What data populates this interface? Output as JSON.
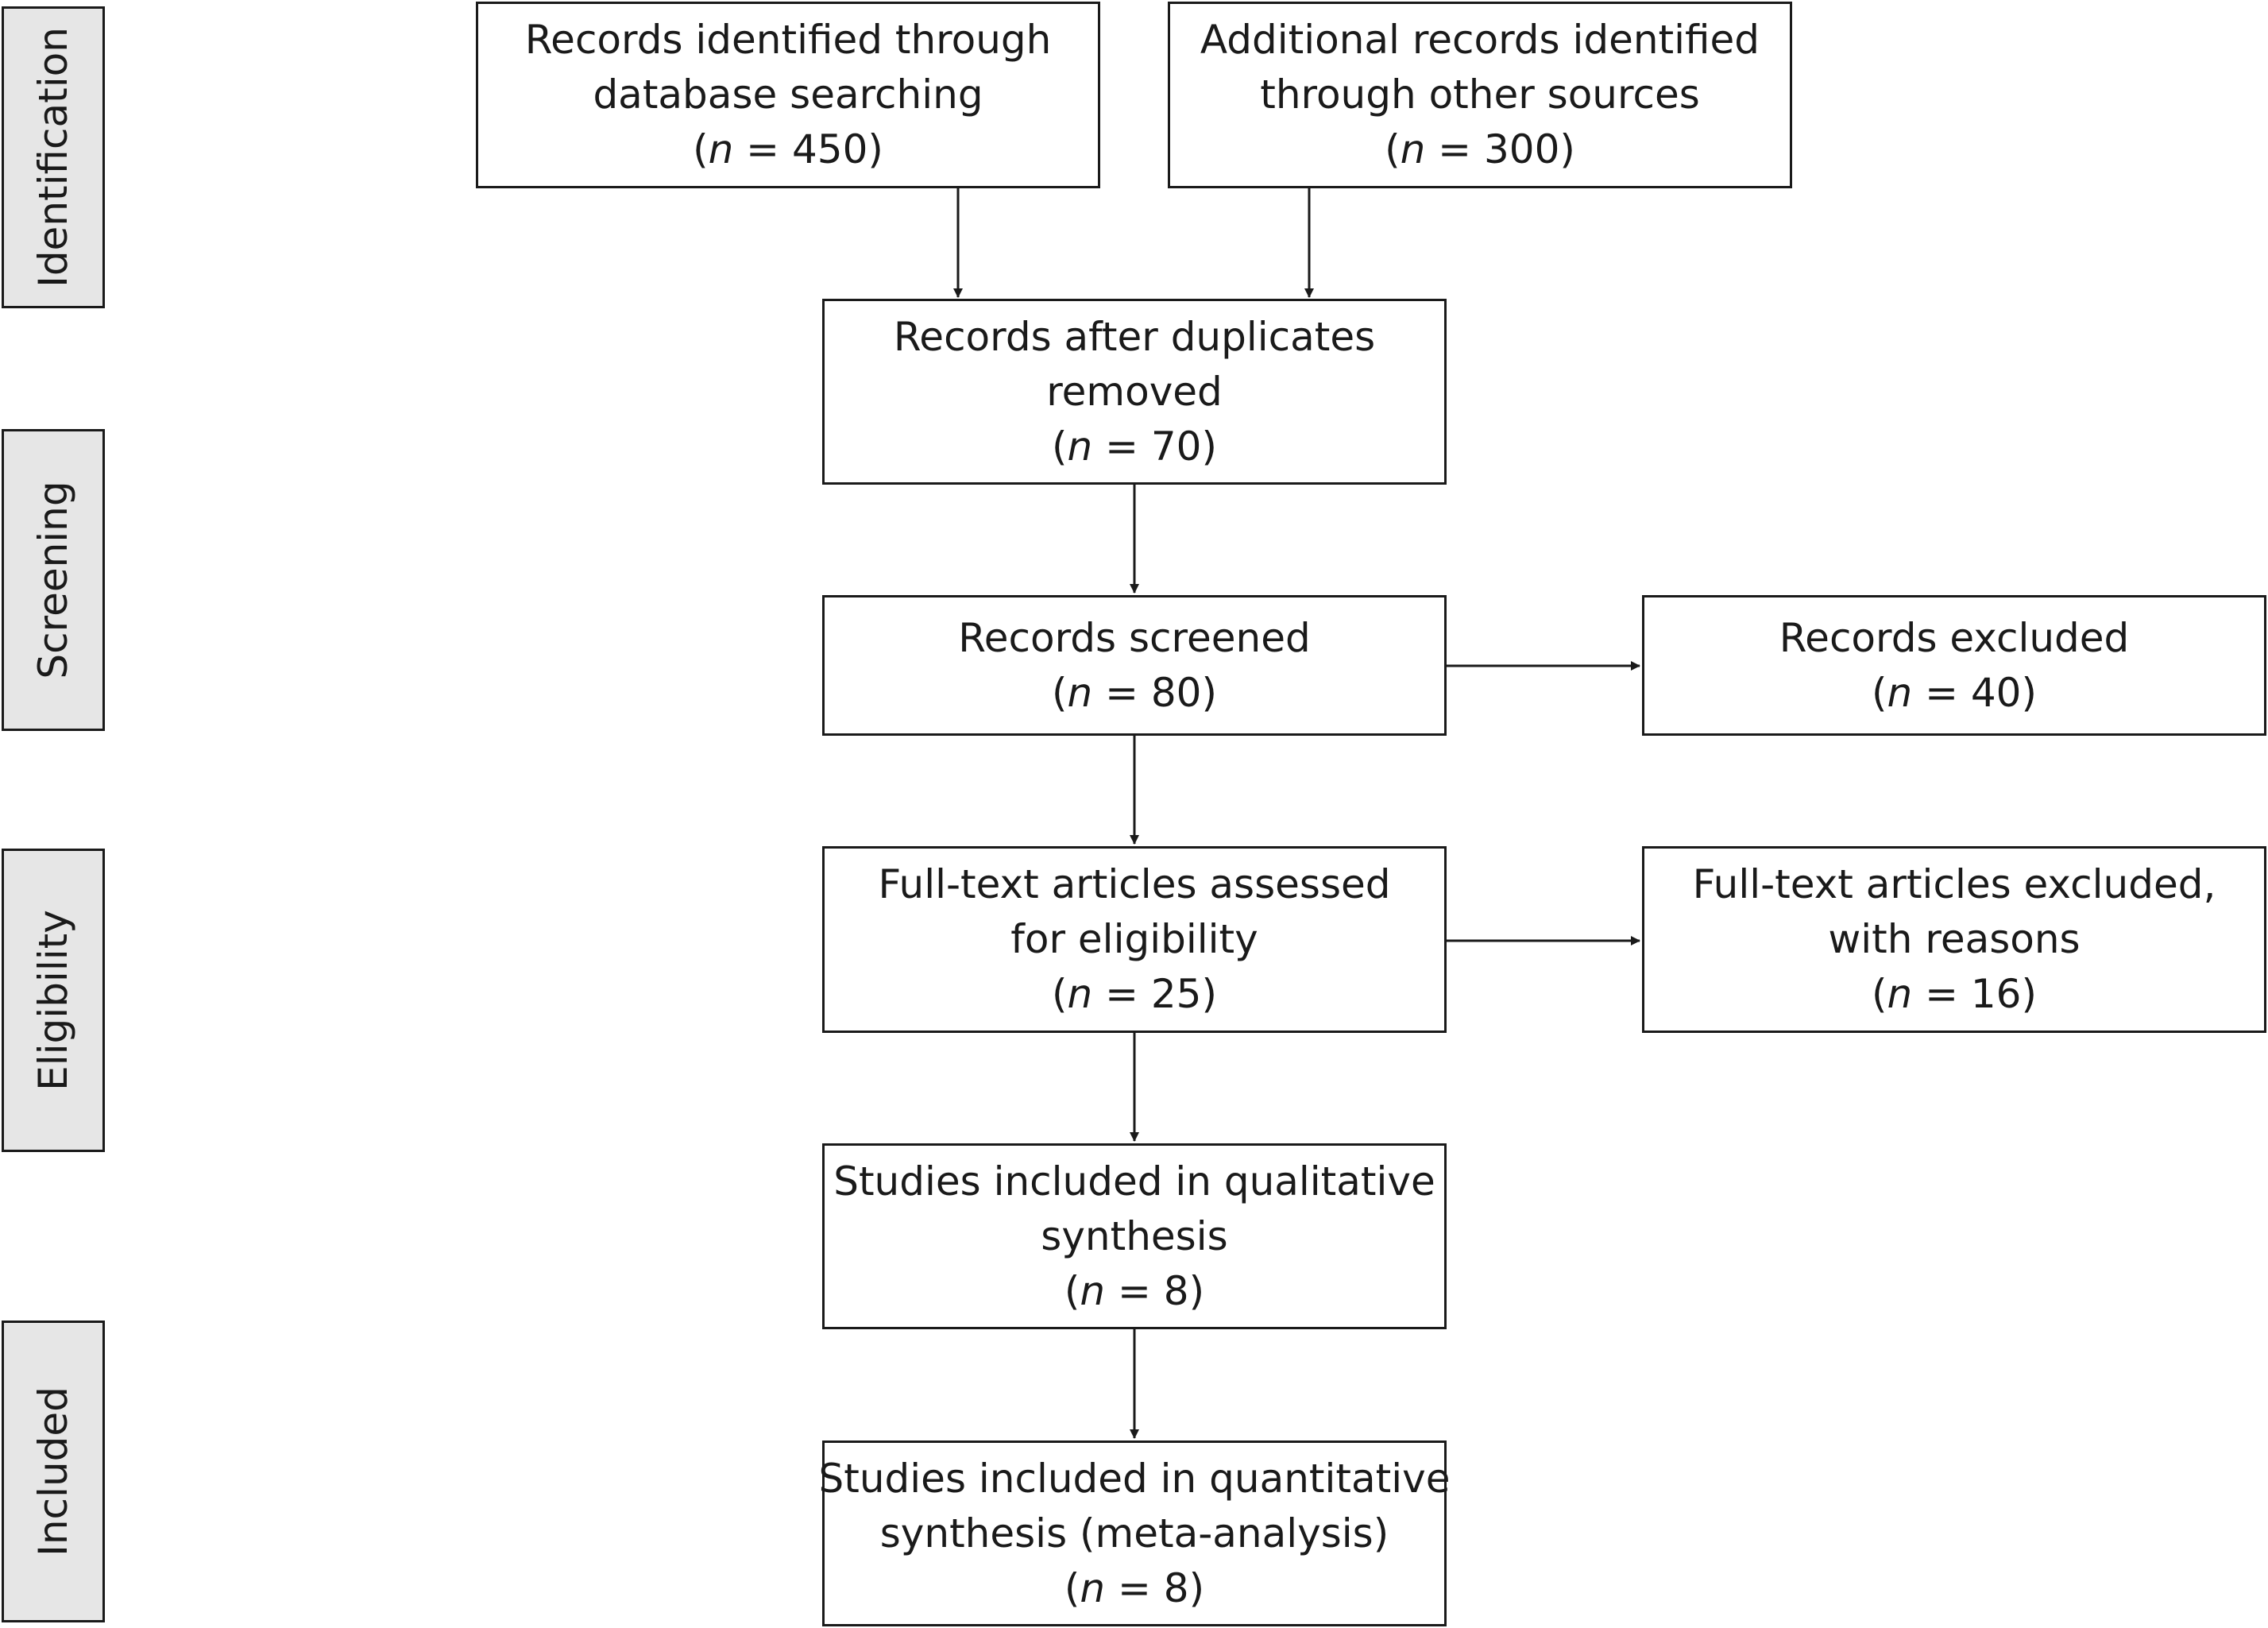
{
  "phases": {
    "identification": "Identification",
    "screening": "Screening",
    "eligibility": "Eligibility",
    "included": "Included"
  },
  "boxes": {
    "db_records": {
      "lines": [
        "Records identified through",
        "database searching"
      ],
      "n_label": "n",
      "n_value": "450"
    },
    "other_records": {
      "lines": [
        "Additional records identified",
        "through other sources"
      ],
      "n_label": "n",
      "n_value": "300"
    },
    "after_duplicates": {
      "lines": [
        "Records after duplicates",
        "removed"
      ],
      "n_label": "n",
      "n_value": "70"
    },
    "screened": {
      "lines": [
        "Records screened"
      ],
      "n_label": "n",
      "n_value": "80"
    },
    "excluded": {
      "lines": [
        "Records excluded"
      ],
      "n_label": "n",
      "n_value": "40"
    },
    "fulltext_assessed": {
      "lines": [
        "Full-text articles assessed",
        "for eligibility"
      ],
      "n_label": "n",
      "n_value": "25"
    },
    "fulltext_excluded": {
      "lines": [
        "Full-text articles excluded,",
        "with reasons"
      ],
      "n_label": "n",
      "n_value": "16"
    },
    "qualitative": {
      "lines": [
        "Studies included in qualitative",
        "synthesis"
      ],
      "n_label": "n",
      "n_value": "8"
    },
    "quantitative": {
      "lines": [
        "Studies included in quantitative",
        "synthesis (meta-analysis)"
      ],
      "n_label": "n",
      "n_value": "8"
    }
  },
  "colors": {
    "stroke": "#1a1a1a",
    "phase_fill": "#e6e6e6",
    "box_fill": "#ffffff"
  }
}
